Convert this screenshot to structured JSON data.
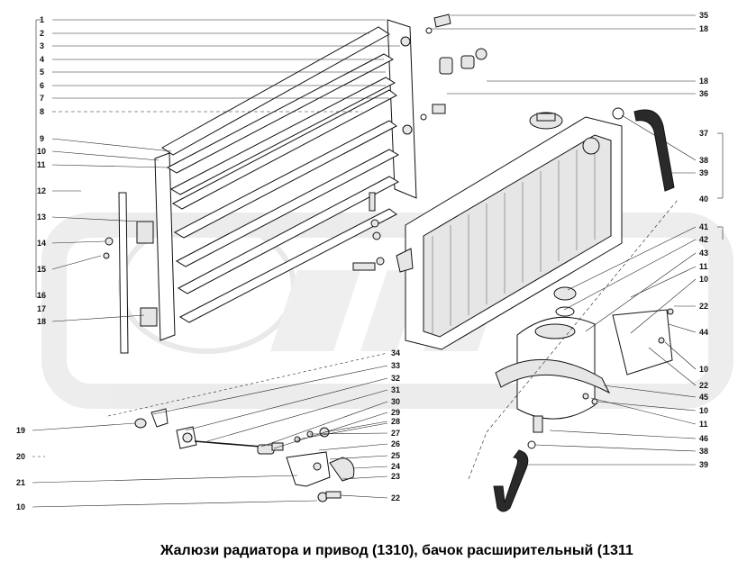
{
  "title": "Жалюзи радиатора и привод (1310), бачок   расширительный (1311",
  "colors": {
    "background": "#ffffff",
    "ink": "#111111",
    "watermark": "#dcdcdc"
  },
  "labels": {
    "l1": "1",
    "l2": "2",
    "l3": "3",
    "l4": "4",
    "l5": "5",
    "l6": "6",
    "l7": "7",
    "l8": "8",
    "l9": "9",
    "l10": "10",
    "l11": "11",
    "l12": "12",
    "l13": "13",
    "l14": "14",
    "l15": "15",
    "l16": "16",
    "l17": "17",
    "l18": "18",
    "r35": "35",
    "r18a": "18",
    "r18b": "18",
    "r36": "36",
    "r37": "37",
    "r38a": "38",
    "r39a": "39",
    "r40": "40",
    "r41": "41",
    "r42": "42",
    "r43": "43",
    "r11a": "11",
    "r10a": "10",
    "r22a": "22",
    "r44": "44",
    "r10b": "10",
    "r22b": "22",
    "r45": "45",
    "r10c": "10",
    "r11b": "11",
    "r46": "46",
    "r38b": "38",
    "r39b": "39",
    "c34": "34",
    "c33": "33",
    "c32": "32",
    "c31": "31",
    "c30": "30",
    "c29": "29",
    "c28": "28",
    "c27": "27",
    "c26": "26",
    "c25": "25",
    "c24": "24",
    "c23": "23",
    "c22": "22",
    "b19": "19",
    "b20": "20",
    "b21": "21",
    "b10": "10"
  }
}
